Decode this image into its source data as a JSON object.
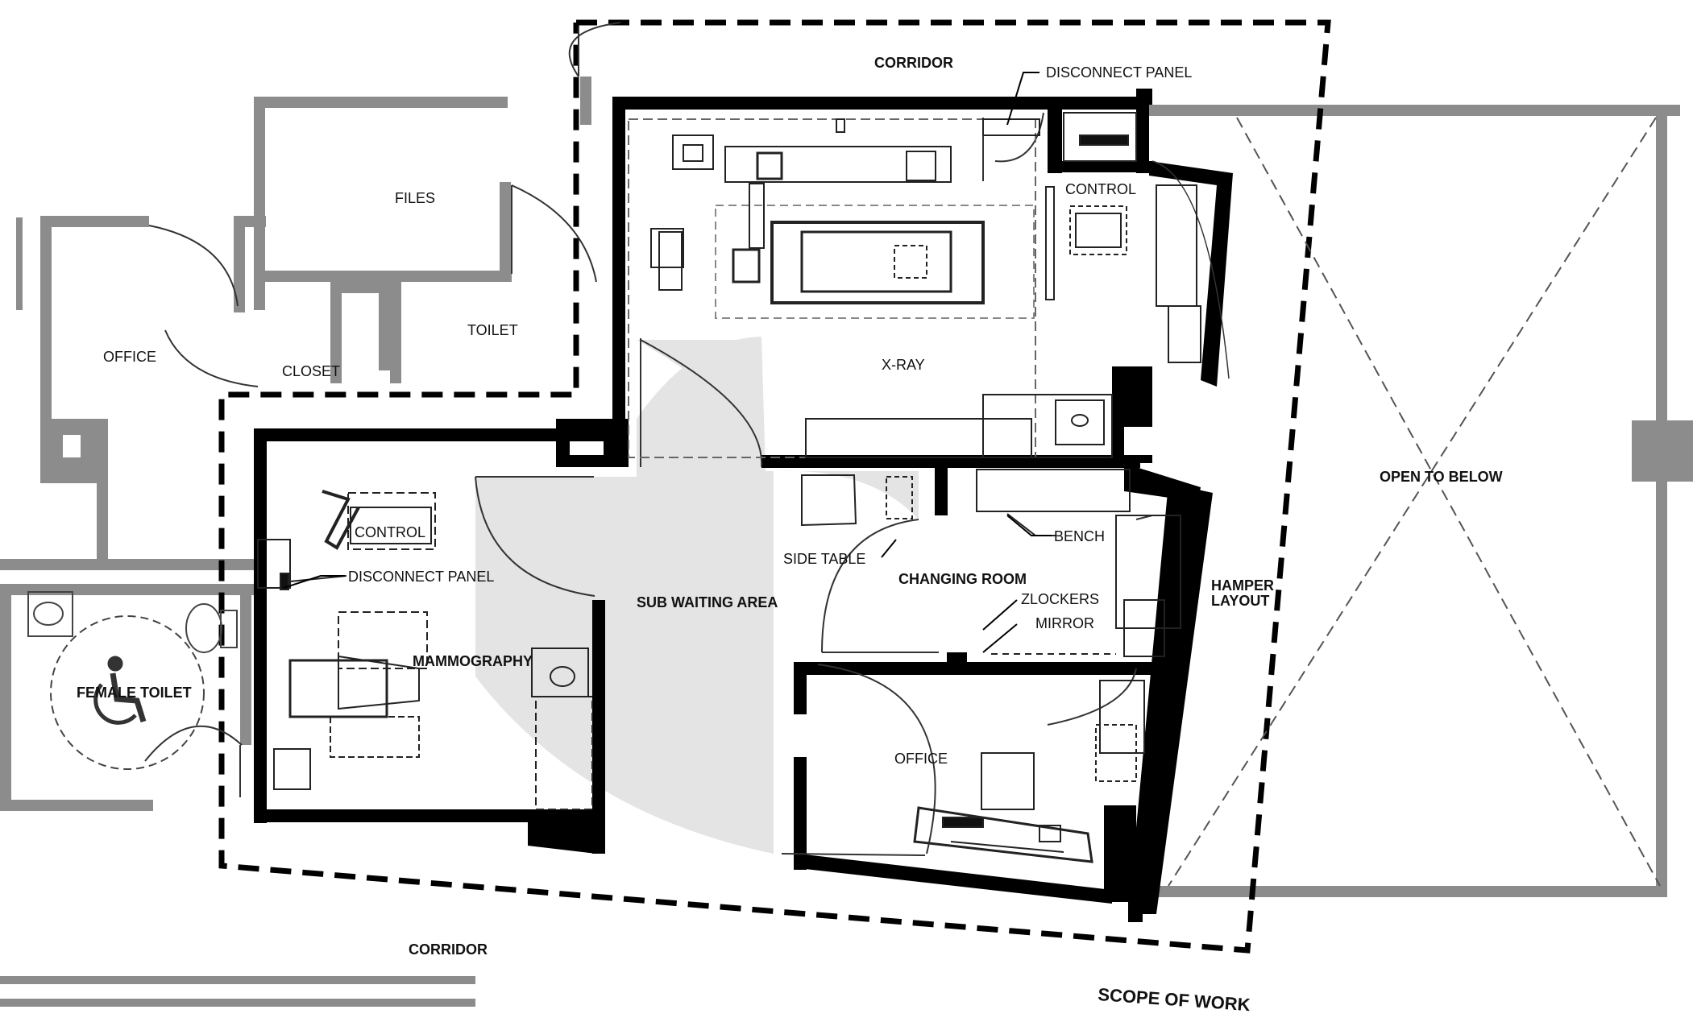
{
  "labels": {
    "corridor_top": "CORRIDOR",
    "disconnect_panel_top": "DISCONNECT PANEL",
    "files": "FILES",
    "toilet": "TOILET",
    "office_left": "OFFICE",
    "closet": "CLOSET",
    "control_xray": "CONTROL",
    "xray": "X-RAY",
    "open_to_below": "OPEN TO BELOW",
    "control_mammo": "CONTROL",
    "disconnect_panel_mammo": "DISCONNECT PANEL",
    "side_table": "SIDE TABLE",
    "bench": "BENCH",
    "changing_room": "CHANGING ROOM",
    "hamper": "HAMPER",
    "layout": "LAYOUT",
    "zlockers": "ZLOCKERS",
    "mirror": "MIRROR",
    "sub_waiting_area": "SUB WAITING AREA",
    "mammography": "MAMMOGRAPHY",
    "female_toilet": "FEMALE TOILET",
    "office_right": "OFFICE",
    "corridor_bottom": "CORRIDOR",
    "scope_of_work": "SCOPE OF WORK"
  },
  "colors": {
    "wall_new": "#000000",
    "wall_existing": "#8c8c8c",
    "circulation_fill": "#e4e4e4",
    "line": "#222222"
  },
  "icons": [
    "accessibility-icon"
  ]
}
